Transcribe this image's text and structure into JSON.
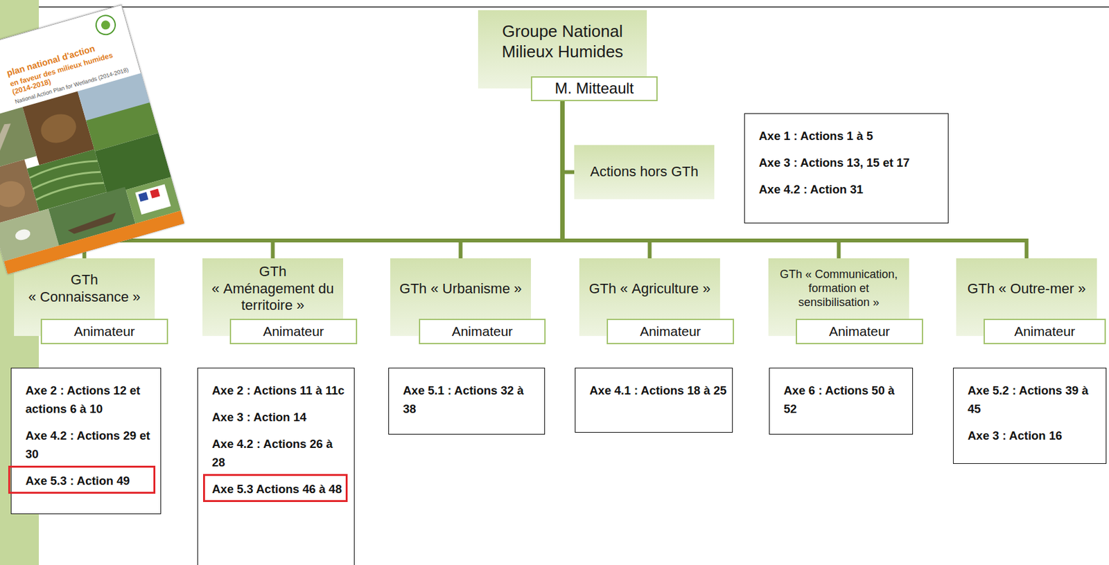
{
  "diagram": {
    "nodes": [
      {
        "text": [
          "Groupe National Milieux Humides"
        ]
      },
      {
        "text": [
          "M. Mitteault"
        ]
      },
      {
        "text": [
          "Actions hors GTh"
        ]
      },
      {
        "text": [
          "Axe 1 : Actions 1 à 5",
          "Axe 3 : Actions 13, 15 et 17",
          "Axe 4.2 : Action 31"
        ]
      },
      {
        "text": [
          "GTh « Connaissance »"
        ]
      },
      {
        "text": [
          "Animateur"
        ]
      },
      {
        "text": [
          "Axe 2 : Actions 12 et actions 6 à 10",
          "Axe 4.2 : Actions 29 et 30",
          "Axe 5.3 : Action 49"
        ]
      },
      {
        "text": [
          "GTh « Aménagement du territoire »"
        ]
      },
      {
        "text": [
          "Animateur"
        ]
      },
      {
        "text": [
          "Axe 2 : Actions 11 à 11c",
          "Axe 3 : Action 14",
          "Axe 4.2 : Actions 26 à 28",
          "Axe 5.3 Actions 46 à 48"
        ]
      },
      {
        "text": [
          "GTh « Urbanisme »"
        ]
      },
      {
        "text": [
          "Animateur"
        ]
      },
      {
        "text": [
          "Axe 5.1 : Actions 32 à 38"
        ]
      },
      {
        "text": [
          "GTh « Agriculture »"
        ]
      },
      {
        "text": [
          "Animateur"
        ]
      },
      {
        "text": [
          "Axe 4.1 : Actions 18 à 25"
        ]
      },
      {
        "text": [
          "GTh « Communication, formation et sensibilisation »"
        ]
      },
      {
        "text": [
          "Animateur"
        ]
      },
      {
        "text": [
          "Axe 6 : Actions 50 à 52"
        ]
      },
      {
        "text": [
          "GTh « Outre-mer »"
        ]
      },
      {
        "text": [
          "Animateur"
        ]
      },
      {
        "text": [
          "Axe 5.2 : Actions 39 à 45",
          "Axe 3 : Action 16"
        ]
      }
    ],
    "edges": [
      {
        "from": 1,
        "to": 2,
        "arrow": "none"
      },
      {
        "from": 1,
        "to": 4,
        "arrow": "none"
      },
      {
        "from": 1,
        "to": 7,
        "arrow": "none"
      },
      {
        "from": 1,
        "to": 10,
        "arrow": "none"
      },
      {
        "from": 1,
        "to": 13,
        "arrow": "none"
      },
      {
        "from": 1,
        "to": 16,
        "arrow": "none"
      },
      {
        "from": 1,
        "to": 19,
        "arrow": "none"
      }
    ],
    "labels": [
      "plan national d'action",
      "en faveur des milieux humides (2014-2018)",
      "National Action Plan for Wetlands (2014-2018)"
    ]
  }
}
